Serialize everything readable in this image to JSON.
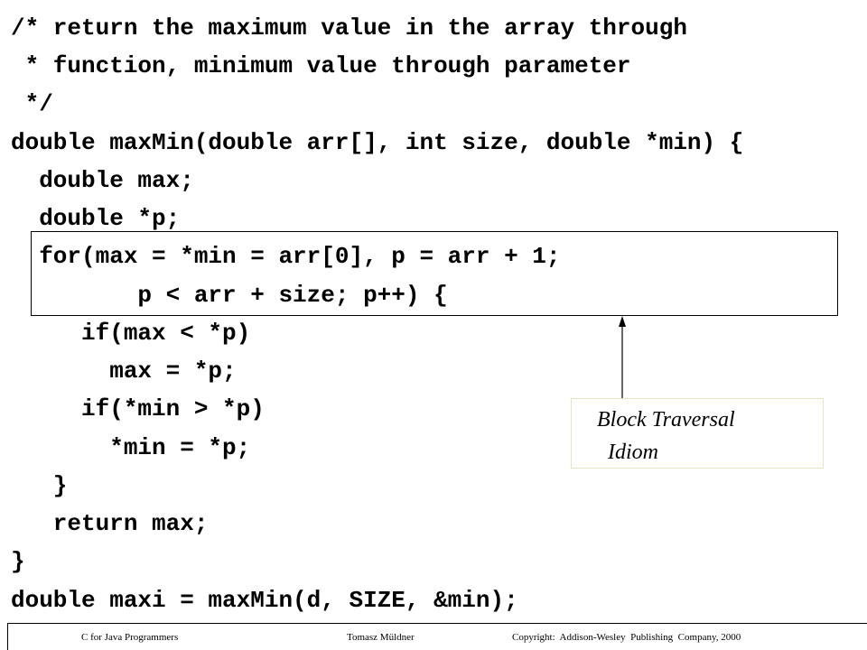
{
  "code": {
    "lines": [
      "/* return the maximum value in the array through",
      " * function, minimum value through parameter",
      " */",
      "double maxMin(double arr[], int size, double *min) {",
      "  double max;",
      "  double *p;",
      "  for(max = *min = arr[0], p = arr + 1;",
      "         p < arr + size; p++) {",
      "     if(max < *p)",
      "       max = *p;",
      "     if(*min > *p)",
      "       *min = *p;",
      "   }",
      "   return max;",
      "}",
      "double maxi = maxMin(d, SIZE, &min);"
    ]
  },
  "callout": {
    "line1": "Block Traversal",
    "line2": "Idiom"
  },
  "footer": {
    "left": "C for Java Programmers",
    "center": "Tomasz Müldner",
    "right": "Copyright:  Addison-Wesley  Publishing  Company, 2000"
  }
}
